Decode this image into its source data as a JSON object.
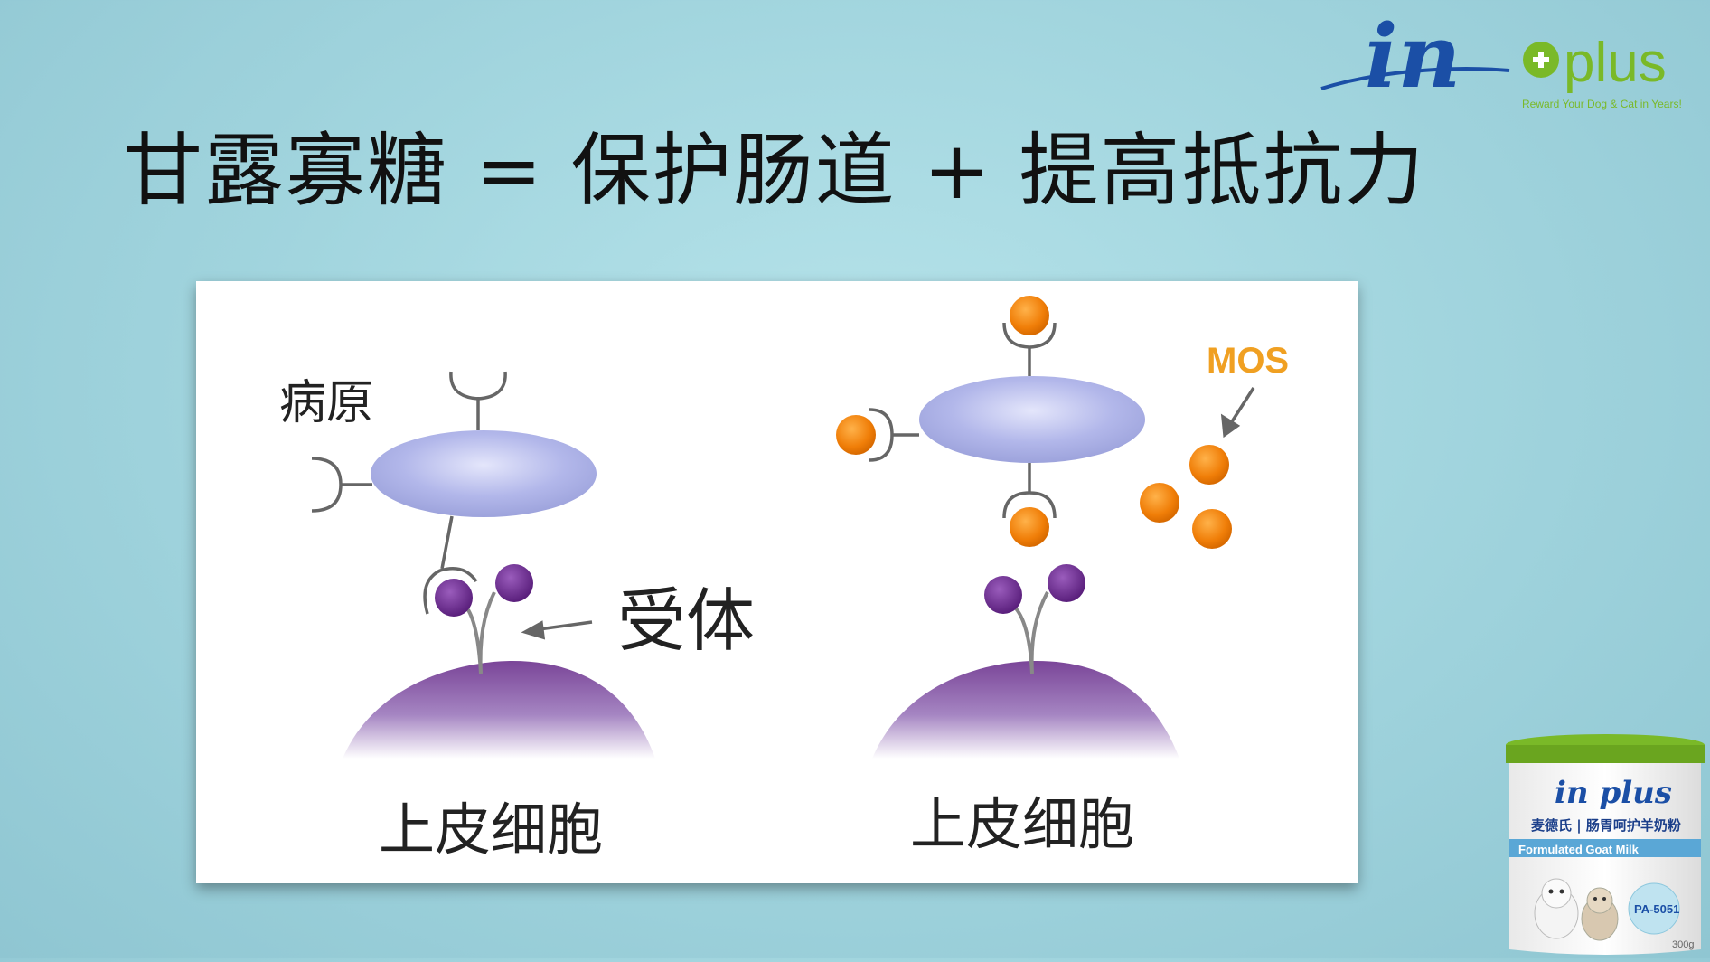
{
  "slide": {
    "title": "甘露寡糖 = 保护肠道 + 提高抵抗力"
  },
  "logo": {
    "brand_in": "in",
    "brand_plus": "plus",
    "tagline": "Reward Your Dog & Cat in Years!",
    "icon": "green-plus-icon"
  },
  "diagram": {
    "pathogen_label": "病原",
    "receptor_label": "受体",
    "cell_label_left": "上皮细胞",
    "cell_label_right": "上皮细胞",
    "mos_label": "MOS",
    "colors": {
      "pathogen_body": "#a8aee4",
      "receptor": "#6a2a8a",
      "mos_particle": "#f08a10",
      "cell": "#7e4a9e"
    }
  },
  "product": {
    "brand": "in plus",
    "name_cn": "麦德氏 | 肠胃呵护羊奶粉",
    "name_en": "Formulated Goat Milk",
    "code": "PA-5051",
    "weight": "300g"
  }
}
